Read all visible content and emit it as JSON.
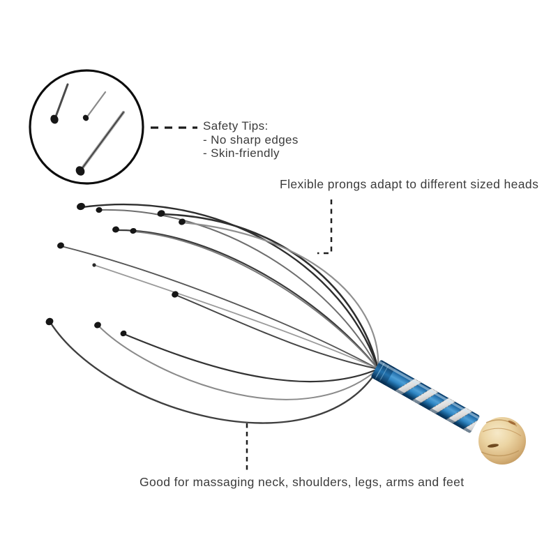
{
  "image": {
    "kind": "annotated product photo",
    "background": "#ffffff"
  },
  "callouts": {
    "safety": {
      "title": "Safety Tips:",
      "items": [
        "- No sharp edges",
        "- Skin-friendly"
      ]
    },
    "flexible_note": "Flexible prongs adapt to different sized heads",
    "massage_note": "Good for massaging neck, shoulders, legs, arms and feet"
  },
  "icons": {
    "magnifier_circle": "closeup-of-prong-tips",
    "prong_tip": "rounded-bead-tip"
  },
  "colors": {
    "wire_dark": "#2f2f2f",
    "wire_silver": "#8f8f8f",
    "handle_blue": "#2e85c4",
    "handle_blue_dark": "#0b3e6b",
    "spiral_silver": "#d9d9d9",
    "wood_light": "#ecd5a4",
    "wood_dark": "#a37c45",
    "text": "#3b3b3b",
    "connector_line": "#1f1f1f"
  }
}
